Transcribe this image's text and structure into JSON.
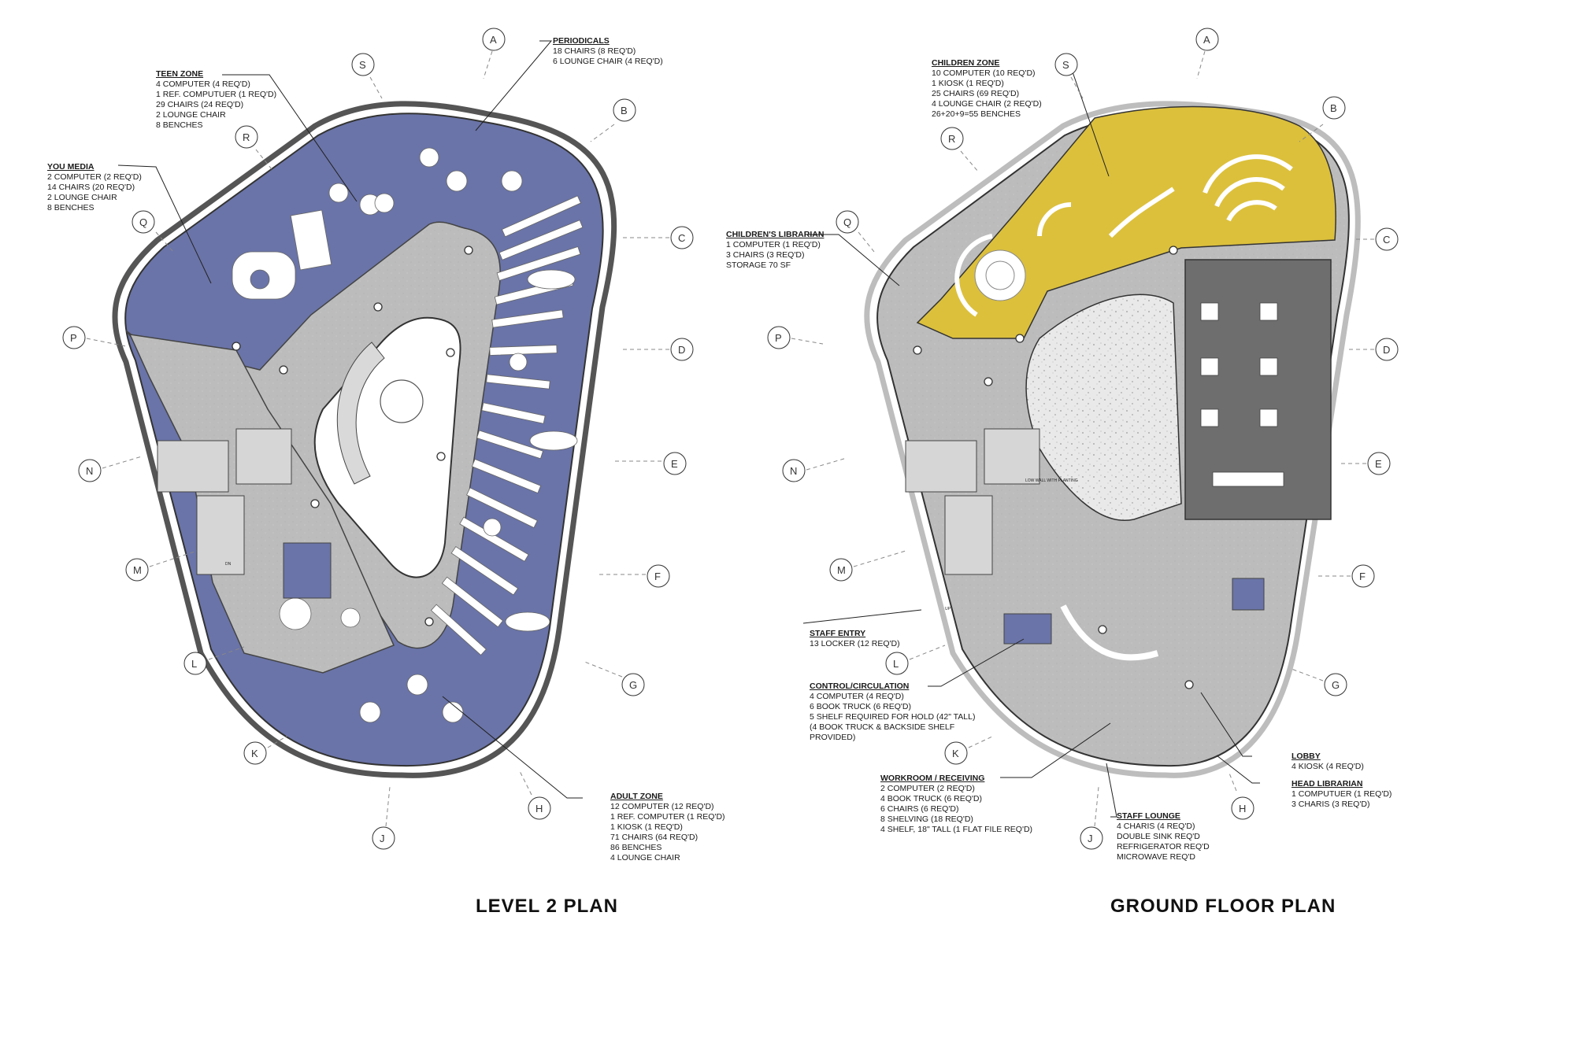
{
  "titles": {
    "level2": "LEVEL 2 PLAN",
    "ground": "GROUND FLOOR PLAN"
  },
  "grid_labels": {
    "A": "A",
    "B": "B",
    "C": "C",
    "D": "D",
    "E": "E",
    "F": "F",
    "G": "G",
    "H": "H",
    "J": "J",
    "K": "K",
    "L": "L",
    "M": "M",
    "N": "N",
    "P": "P",
    "Q": "Q",
    "R": "R",
    "S": "S"
  },
  "plan_labels": {
    "dn": "DN",
    "up": "UP",
    "low_wall": "LOW WALL WITH PLANTING"
  },
  "notes": {
    "periodicals": {
      "title": "PERIODICALS",
      "lines": [
        "18 CHAIRS (8 REQ'D)",
        "6 LOUNGE CHAIR (4 REQ'D)"
      ]
    },
    "teen_zone": {
      "title": "TEEN ZONE",
      "lines": [
        "4 COMPUTER (4 REQ'D)",
        "1 REF. COMPUTUER (1 REQ'D)",
        "29 CHAIRS (24 REQ'D)",
        "2 LOUNGE CHAIR",
        "8 BENCHES"
      ]
    },
    "you_media": {
      "title": "YOU MEDIA",
      "lines": [
        "2 COMPUTER (2 REQ'D)",
        "14 CHAIRS (20 REQ'D)",
        "2 LOUNGE CHAIR",
        "8 BENCHES"
      ]
    },
    "adult_zone": {
      "title": "ADULT ZONE",
      "lines": [
        "12 COMPUTER (12 REQ'D)",
        "1 REF. COMPUTER (1 REQ'D)",
        "1 KIOSK (1 REQ'D)",
        "71 CHAIRS (64 REQ'D)",
        "86 BENCHES",
        "4 LOUNGE CHAIR"
      ]
    },
    "children_zone": {
      "title": "CHILDREN ZONE",
      "lines": [
        "10 COMPUTER (10 REQ'D)",
        "1 KIOSK (1 REQ'D)",
        "25 CHAIRS (69 REQ'D)",
        "4 LOUNGE CHAIR (2 REQ'D)",
        "26+20+9=55 BENCHES"
      ]
    },
    "childrens_librarian": {
      "title": "CHILDREN'S LIBRARIAN",
      "lines": [
        "1 COMPUTER (1 REQ'D)",
        "3 CHAIRS (3 REQ'D)",
        "STORAGE 70 SF"
      ]
    },
    "staff_entry": {
      "title": "STAFF ENTRY",
      "lines": [
        "13 LOCKER (12 REQ'D)"
      ]
    },
    "control": {
      "title": "CONTROL/CIRCULATION",
      "lines": [
        "4 COMPUTER (4 REQ'D)",
        "6 BOOK TRUCK (6 REQ'D)",
        "5 SHELF REQUIRED FOR HOLD (42\" TALL)",
        "(4 BOOK TRUCK & BACKSIDE SHELF",
        "PROVIDED)"
      ]
    },
    "workroom": {
      "title": "WORKROOM / RECEIVING",
      "lines": [
        "2 COMPUTER (2 REQ'D)",
        "4 BOOK TRUCK (6 REQ'D)",
        "6 CHAIRS (6 REQ'D)",
        "8 SHELVING (18 REQ'D)",
        "4 SHELF, 18\" TALL (1 FLAT FILE REQ'D)"
      ]
    },
    "staff_lounge": {
      "title": "STAFF LOUNGE",
      "lines": [
        "4 CHARIS (4 REQ'D)",
        "DOUBLE SINK REQ'D",
        "REFRIGERATOR REQ'D",
        "MICROWAVE REQ'D"
      ]
    },
    "lobby": {
      "title": "LOBBY",
      "lines": [
        "4 KIOSK (4 REQ'D)"
      ]
    },
    "head_librarian": {
      "title": "HEAD LIBRARIAN",
      "lines": [
        "1 COMPUTUER (1 REQ'D)",
        "3 CHARIS (3 REQ'D)"
      ]
    }
  },
  "colors": {
    "background": "#ffffff",
    "zone_blue": "#6a74a8",
    "zone_yellow": "#dcc03c",
    "zone_dark": "#6e6e6e",
    "concrete": "#bdbdbd",
    "atrium": "#f2f2f2",
    "furniture": "#ffffff",
    "line": "#333333"
  }
}
